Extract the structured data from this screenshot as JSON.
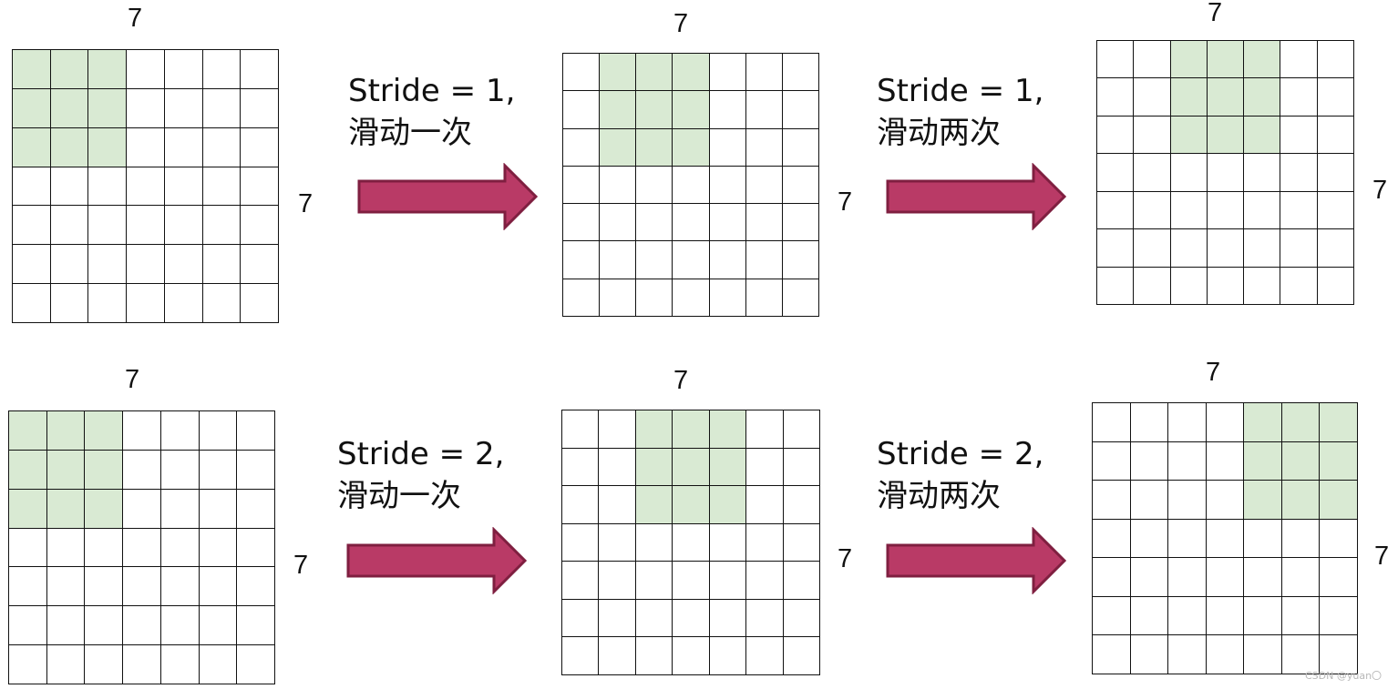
{
  "panels": [
    {
      "top_label": "7",
      "side_label": "7",
      "highlight_row": 0,
      "highlight_col": 0
    },
    {
      "top_label": "7",
      "side_label": "7",
      "highlight_row": 0,
      "highlight_col": 1
    },
    {
      "top_label": "7",
      "side_label": "7",
      "highlight_row": 0,
      "highlight_col": 2
    },
    {
      "top_label": "7",
      "side_label": "7",
      "highlight_row": 0,
      "highlight_col": 0
    },
    {
      "top_label": "7",
      "side_label": "7",
      "highlight_row": 0,
      "highlight_col": 2
    },
    {
      "top_label": "7",
      "side_label": "7",
      "highlight_row": 0,
      "highlight_col": 4
    }
  ],
  "grid_size": 7,
  "kernel_size": 3,
  "captions": [
    {
      "line1": "Stride = 1,",
      "line2": "滑动一次"
    },
    {
      "line1": "Stride = 1,",
      "line2": "滑动两次"
    },
    {
      "line1": "Stride = 2,",
      "line2": "滑动一次"
    },
    {
      "line1": "Stride = 2,",
      "line2": "滑动两次"
    }
  ],
  "watermark": "CSDN @yuan〇",
  "colors": {
    "highlight": "#d9ead3",
    "arrow_fill": "#b93a66",
    "arrow_stroke": "#7f1f40",
    "grid_line": "#111111"
  }
}
